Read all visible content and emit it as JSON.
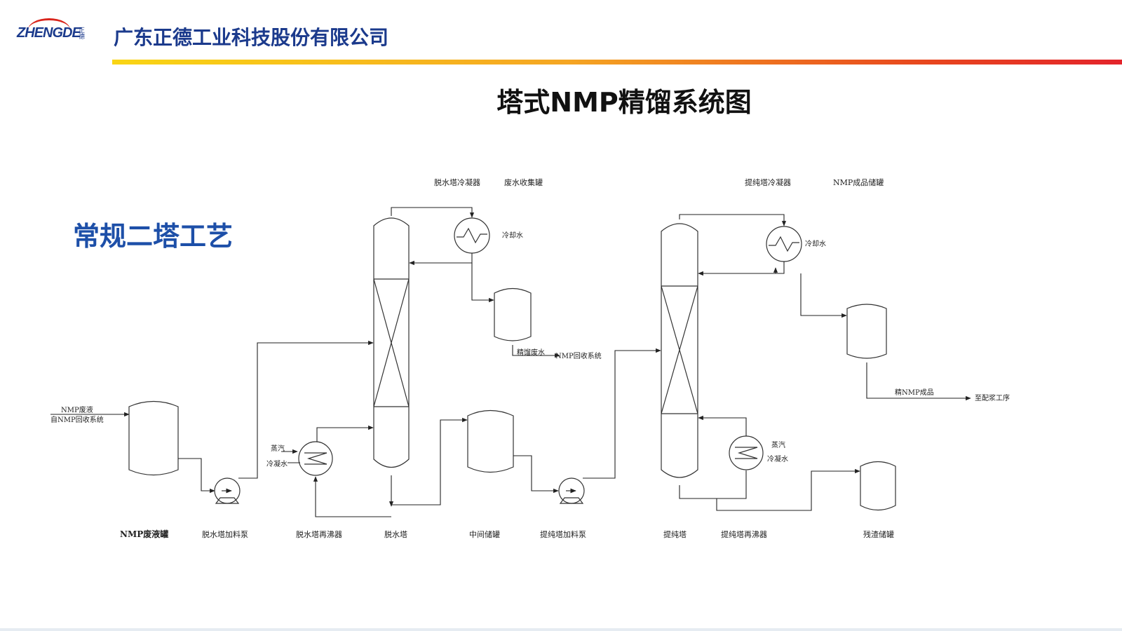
{
  "header": {
    "logo_text": "ZHENGDE",
    "logo_cn": "正德",
    "company": "广东正德工业科技股份有限公司"
  },
  "title": "塔式NMP精馏系统图",
  "subtitle": "常规二塔工艺",
  "diagram": {
    "top_labels": {
      "dewater_condenser": "脱水塔冷凝器",
      "wastewater_tank": "废水收集罐",
      "purify_condenser": "提纯塔冷凝器",
      "product_tank": "NMP成品储罐"
    },
    "stream_labels": {
      "cooling_water_1": "冷却水",
      "cooling_water_2": "冷却水",
      "nmp_waste_in": "NMP废液",
      "from_recovery": "自NMP回收系统",
      "distill_waste": "精馏废水",
      "to_recovery": "NMP回收系统",
      "steam_1": "蒸汽",
      "condensate_1": "冷凝水",
      "steam_2": "蒸汽",
      "condensate_2": "冷凝水",
      "fine_nmp": "精NMP成品",
      "to_slurry": "至配浆工序"
    },
    "bottom_labels": {
      "waste_tank": "NMP废液罐",
      "dewater_feed_pump": "脱水塔加料泵",
      "dewater_reboiler": "脱水塔再沸器",
      "dewater_tower": "脱水塔",
      "middle_tank": "中间储罐",
      "purify_feed_pump": "提纯塔加料泵",
      "purify_tower": "提纯塔",
      "purify_reboiler": "提纯塔再沸器",
      "residue_tank": "残渣储罐"
    }
  }
}
